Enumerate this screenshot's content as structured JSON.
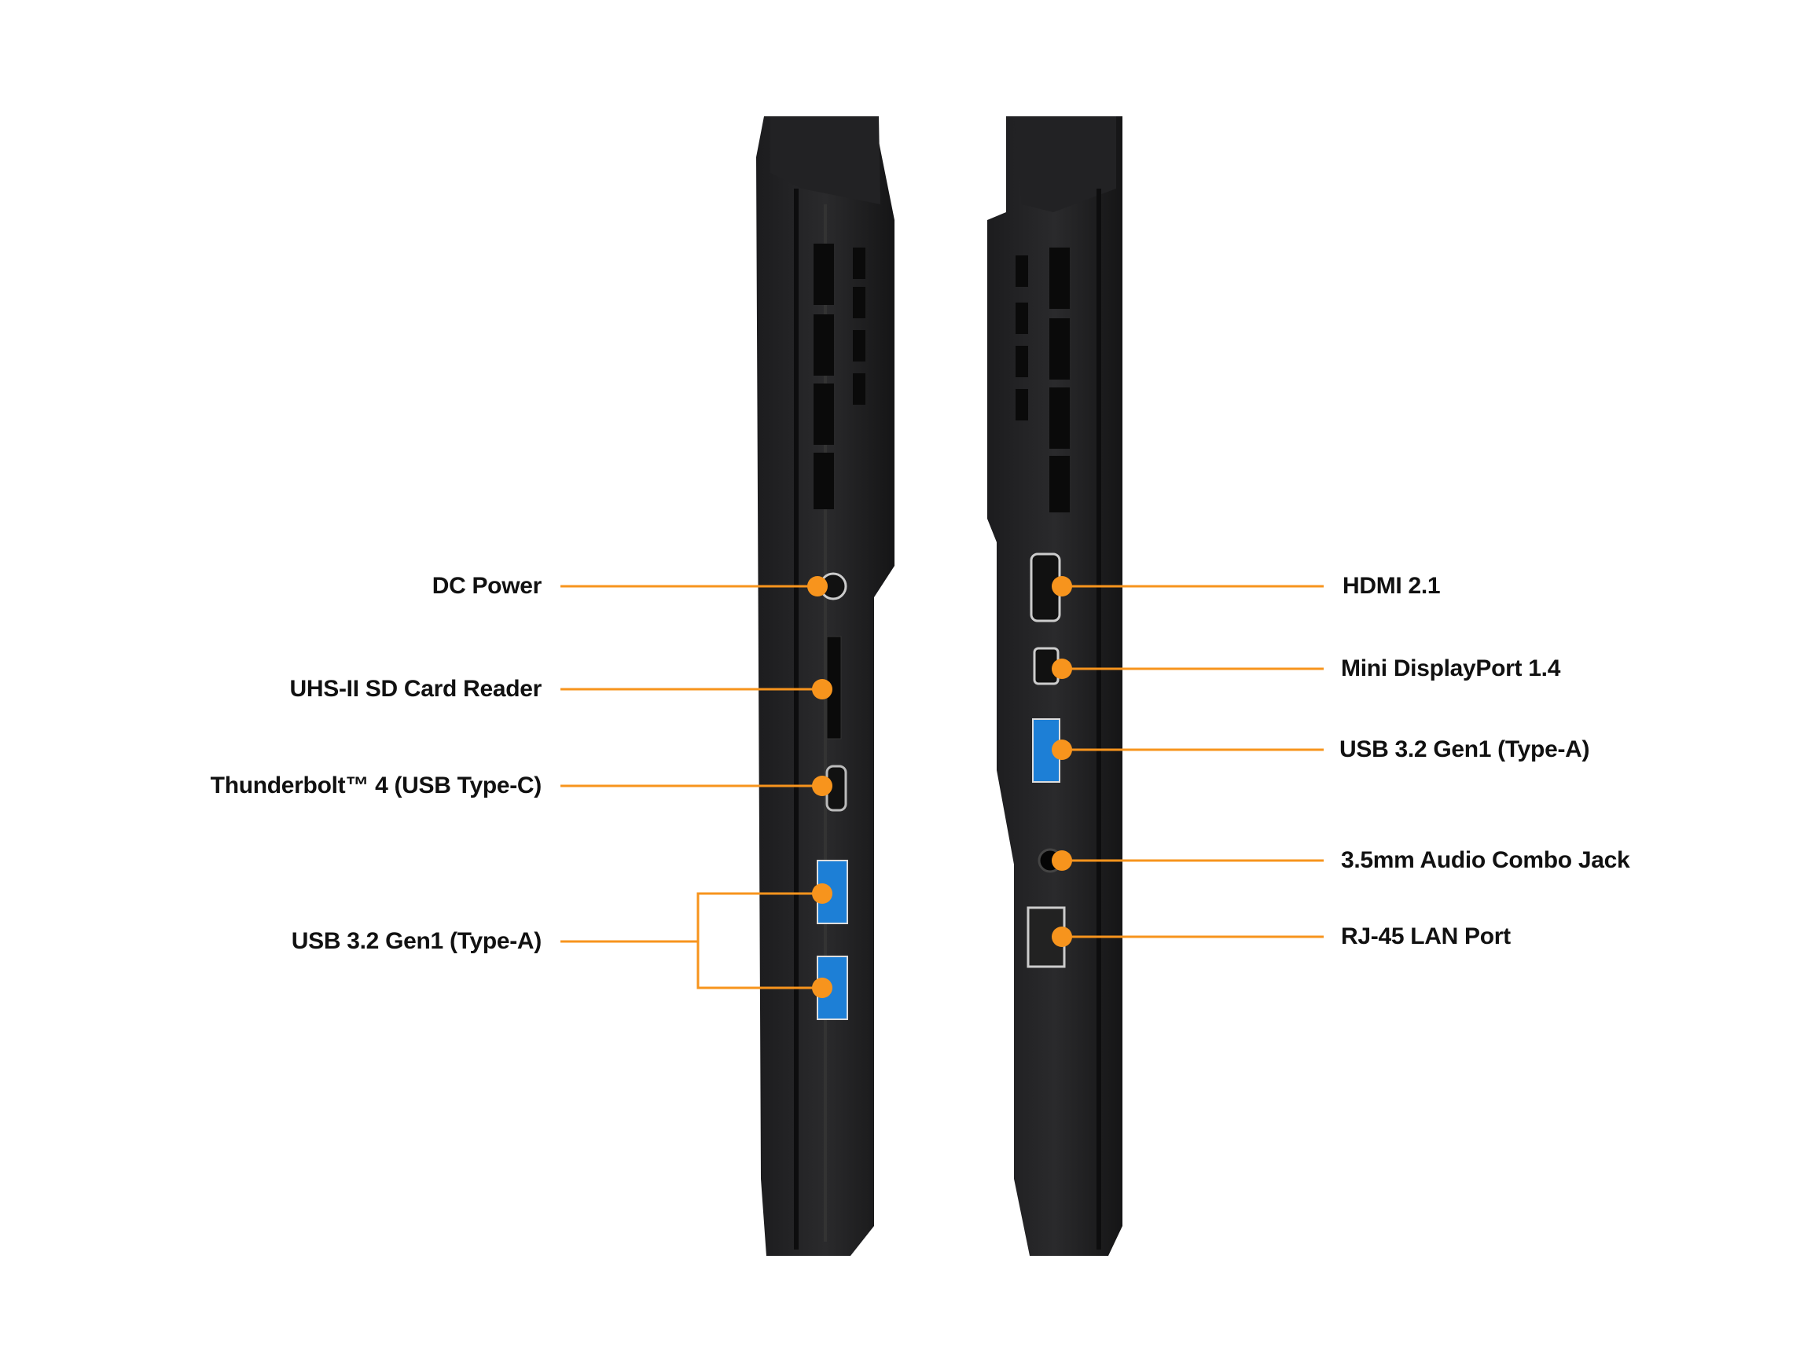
{
  "accent_color": "#f7941d",
  "left_side": {
    "labels": [
      {
        "text": "DC Power"
      },
      {
        "text": "UHS-II SD Card Reader"
      },
      {
        "text": "Thunderbolt™ 4 (USB Type-C)"
      },
      {
        "text": "USB 3.2 Gen1 (Type-A)"
      }
    ]
  },
  "right_side": {
    "labels": [
      {
        "text": "HDMI 2.1"
      },
      {
        "text": "Mini DisplayPort 1.4"
      },
      {
        "text": "USB 3.2 Gen1 (Type-A)"
      },
      {
        "text": "3.5mm Audio Combo Jack"
      },
      {
        "text": "RJ-45 LAN Port"
      }
    ]
  }
}
